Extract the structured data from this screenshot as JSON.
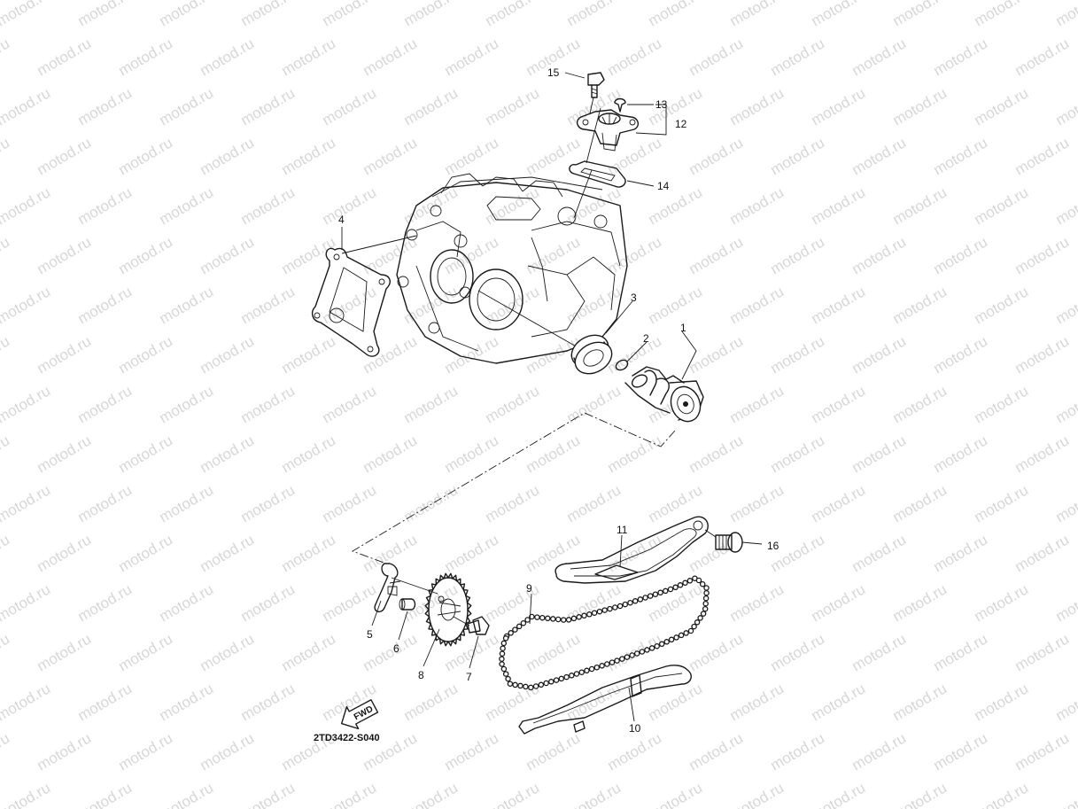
{
  "watermark": {
    "text": "motod.ru"
  },
  "diagram_code": "2TD3422-S040",
  "fwd_label": "FWD",
  "callouts": {
    "c1": "1",
    "c2": "2",
    "c3": "3",
    "c4": "4",
    "c5": "5",
    "c6": "6",
    "c7": "7",
    "c8": "8",
    "c9": "9",
    "c10": "10",
    "c11": "11",
    "c12": "12",
    "c13": "13",
    "c14": "14",
    "c15": "15",
    "c16": "16"
  }
}
